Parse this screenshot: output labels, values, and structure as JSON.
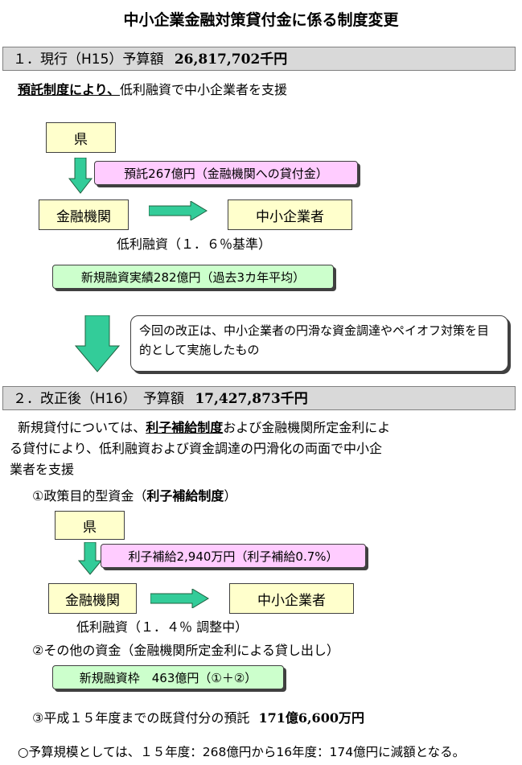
{
  "title": "中小企業金融対策貸付金に係る制度変更",
  "section1": {
    "heading": "１．現行（H15）予算額",
    "amount": "26,817,702千円",
    "desc_emph": "預託制度により、",
    "desc_rest": "低利融資で中小企業者を支援",
    "pref_box": "県",
    "deposit_label": "預託267億円（金融機関への貸付金）",
    "bank_box": "金融機関",
    "sme_box": "中小企業者",
    "loan_note": "低利融資（１．６％基準）",
    "results_label": "新規融資実績282億円（過去3カ年平均）"
  },
  "callout": "今回の改正は、中小企業者の円滑な資金調達やペイオフ対策を目的として実施したもの",
  "section2": {
    "heading": "２．改正後（H16）　予算額",
    "amount": "17,427,873千円",
    "desc_line1_a": "新規貸付については、",
    "desc_line1_b": "利子補給制度",
    "desc_line1_c": "および金融機関所定金利によ",
    "desc_line2": "る貸付により、低利融資および資金調達の円滑化の両面で中小企",
    "desc_line3": "業者を支援",
    "item1_a": "①政策目的型資金（",
    "item1_b": "利子補給制度",
    "item1_c": "）",
    "pref_box": "県",
    "subsidy_label": "利子補給2,940万円（利子補給0.7%）",
    "bank_box": "金融機関",
    "sme_box": "中小企業者",
    "loan_note": "低利融資（１．４％ 調整中）",
    "item2": "②その他の資金（金融機関所定金利による貸し出し）",
    "new_loan_label": "新規融資枠　463億円（①＋②）",
    "item3_a": "③平成１５年度までの既貸付分の預託",
    "item3_b": "171億6,600万円"
  },
  "footer": "○予算規模としては、１５年度：268億円から16年度：174億円に減額となる。",
  "colors": {
    "section_bar": "#d9d9d9",
    "box_yellow": "#ffffcc",
    "box_pink": "#ffccff",
    "box_green": "#ccffcc",
    "arrow_green": "#33cc99"
  }
}
